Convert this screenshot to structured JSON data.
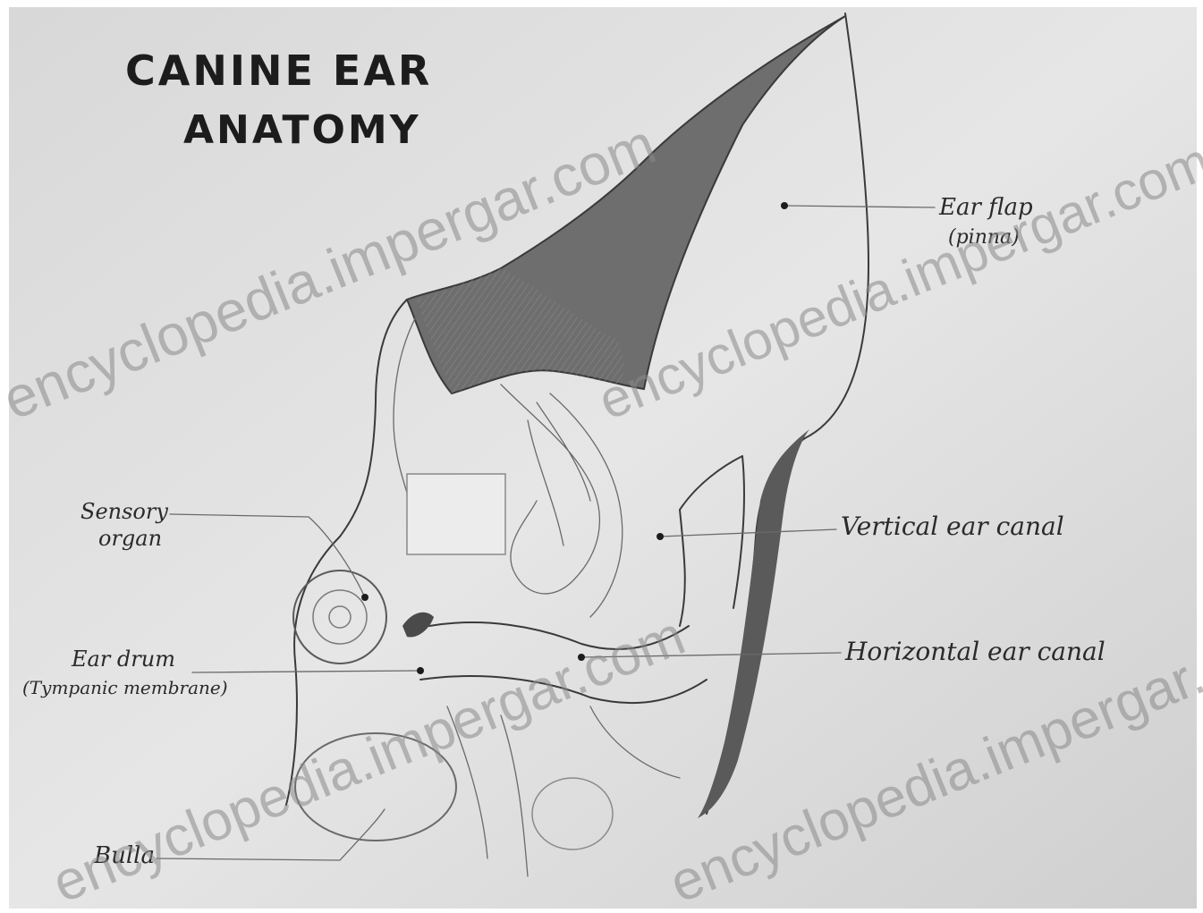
{
  "title": {
    "line1": "CANINE EAR",
    "line2": "ANATOMY"
  },
  "labels": {
    "ear_flap": "Ear flap",
    "ear_flap_sub": "(pinna)",
    "vertical_canal": "Vertical ear canal",
    "horizontal_canal": "Horizontal ear canal",
    "sensory_organ_1": "Sensory",
    "sensory_organ_2": "organ",
    "ear_drum_1": "Ear drum",
    "ear_drum_2": "(Tympanic membrane)",
    "bulla": "Bulla"
  },
  "watermarks": {
    "wm1": "encyclopedia.impergar.com",
    "wm2": "encyclopedia.impergar.com",
    "wm3": "encyclopedia.impergar.com",
    "wm4": "encyclopedia.impergar.com"
  },
  "colors": {
    "background": "#dcdcdc",
    "pinna_fill": "#6e6e6e",
    "ink": "#2a2a2a"
  }
}
